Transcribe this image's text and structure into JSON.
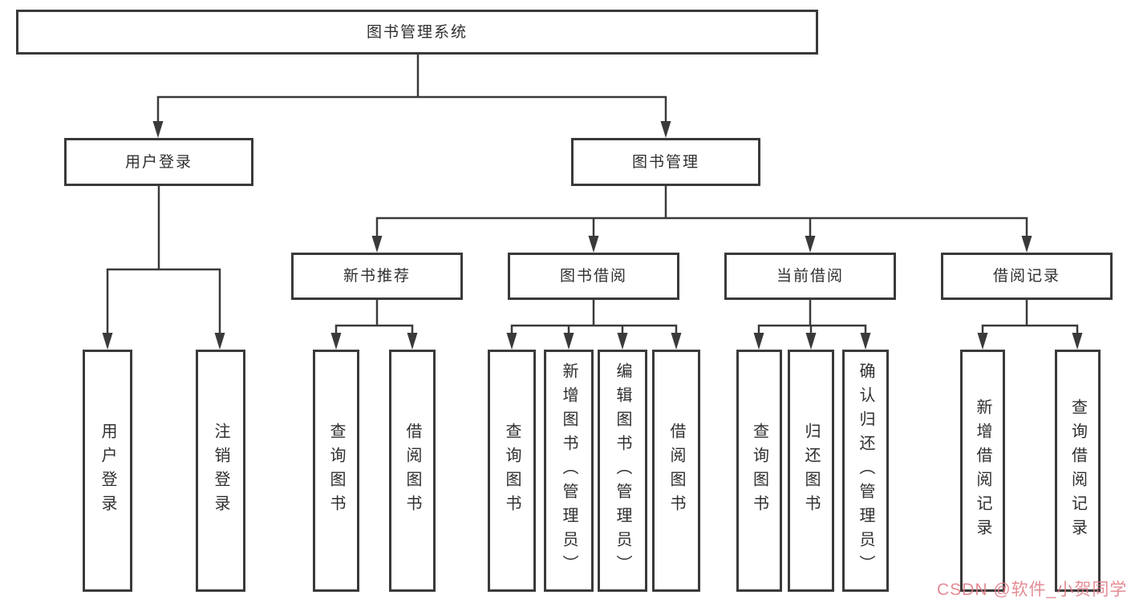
{
  "tree": {
    "root": {
      "label": "图书管理系统"
    },
    "level2": [
      {
        "label": "用户登录"
      },
      {
        "label": "图书管理"
      }
    ],
    "level3": [
      {
        "label": "新书推荐"
      },
      {
        "label": "图书借阅"
      },
      {
        "label": "当前借阅"
      },
      {
        "label": "借阅记录"
      }
    ],
    "leaves": {
      "user_login": [
        {
          "label": "用户登录"
        },
        {
          "label": "注销登录"
        }
      ],
      "new_book": [
        {
          "label": "查询图书"
        },
        {
          "label": "借阅图书"
        }
      ],
      "borrow": [
        {
          "label": "查询图书"
        },
        {
          "label": "新增图书（管理员）"
        },
        {
          "label": "编辑图书（管理员）"
        },
        {
          "label": "借阅图书"
        }
      ],
      "current": [
        {
          "label": "查询图书"
        },
        {
          "label": "归还图书"
        },
        {
          "label": "确认归还（管理员）"
        }
      ],
      "records": [
        {
          "label": "新增借阅记录"
        },
        {
          "label": "查询借阅记录"
        }
      ]
    }
  },
  "watermark": {
    "text": "CSDN @软件_小贺同学",
    "color": "#de7882"
  },
  "colors": {
    "line": "#3a3a3a",
    "text": "#2f2f2f",
    "background": "#ffffff"
  }
}
